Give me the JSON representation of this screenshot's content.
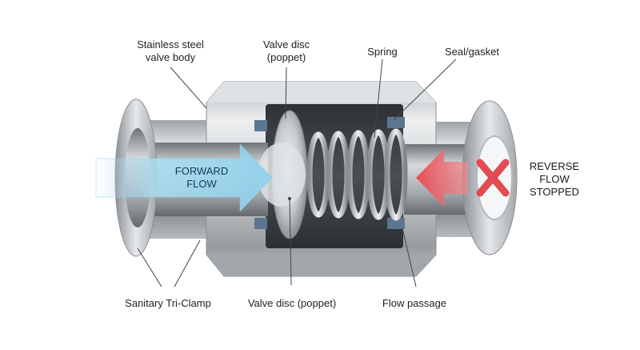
{
  "labels": {
    "body": [
      "Stainless steel",
      "valve body"
    ],
    "disc_top": [
      "Valve disc",
      "(poppet)"
    ],
    "spring": "Spring",
    "seal": "Seal/gasket",
    "clamp": "Sanitary Tri-Clamp",
    "disc_bottom": "Valve disc (poppet)",
    "passage": "Flow passage",
    "forward": [
      "FORWARD",
      "FLOW"
    ],
    "reverse": [
      "REVERSE",
      "FLOW",
      "STOPPED"
    ]
  },
  "colors": {
    "forward_arrow": "#a9dcf0",
    "reverse_arrow": "#e8484f",
    "stop_mark": "#e34b52",
    "seal": "#5a7690",
    "steel": "#c7cbcf",
    "cavity": "#3a3e42"
  },
  "icons": {
    "stop": "x-mark-icon"
  }
}
